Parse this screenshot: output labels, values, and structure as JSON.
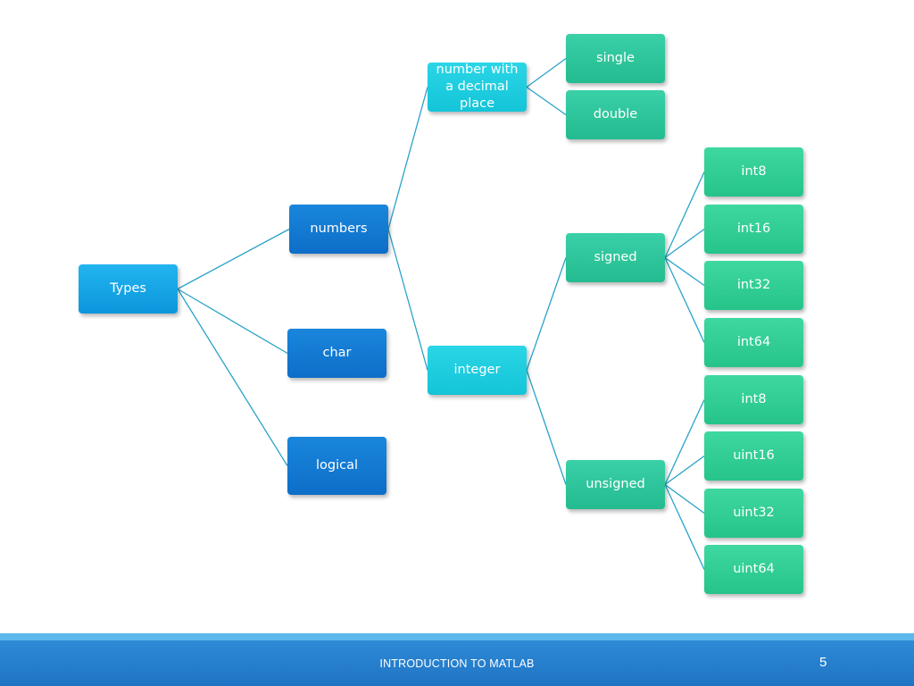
{
  "diagram": {
    "root": "Types",
    "numbers": "numbers",
    "char": "char",
    "logical": "logical",
    "decimal": "number with a decimal place",
    "integer": "integer",
    "single": "single",
    "double": "double",
    "signed": "signed",
    "unsigned": "unsigned",
    "int8": "int8",
    "int16": "int16",
    "int32": "int32",
    "int64": "int64",
    "uint8": "int8",
    "uint16": "uint16",
    "uint32": "uint32",
    "uint64": "uint64"
  },
  "colors": {
    "connector": "#2aa3c9",
    "root": "#18a8ec",
    "level1": "#137ad2",
    "level2": "#1dcde0",
    "level3": "#2fc49c",
    "footer": "#2580ce"
  },
  "footer": {
    "title": "INTRODUCTION TO MATLAB",
    "page": "5"
  }
}
